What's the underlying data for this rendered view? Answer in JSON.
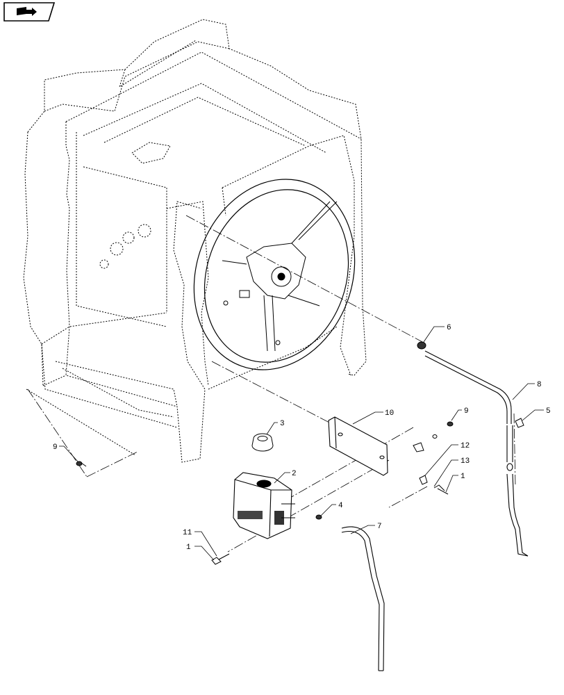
{
  "navigation": {
    "icon": "book-arrow-icon"
  },
  "callouts": {
    "c1a": "1",
    "c1b": "1",
    "c2": "2",
    "c3": "3",
    "c4": "4",
    "c5": "5",
    "c6": "6",
    "c7": "7",
    "c8": "8",
    "c9a": "9",
    "c9b": "9",
    "c10": "10",
    "c11": "11",
    "c12": "12",
    "c13": "13"
  }
}
